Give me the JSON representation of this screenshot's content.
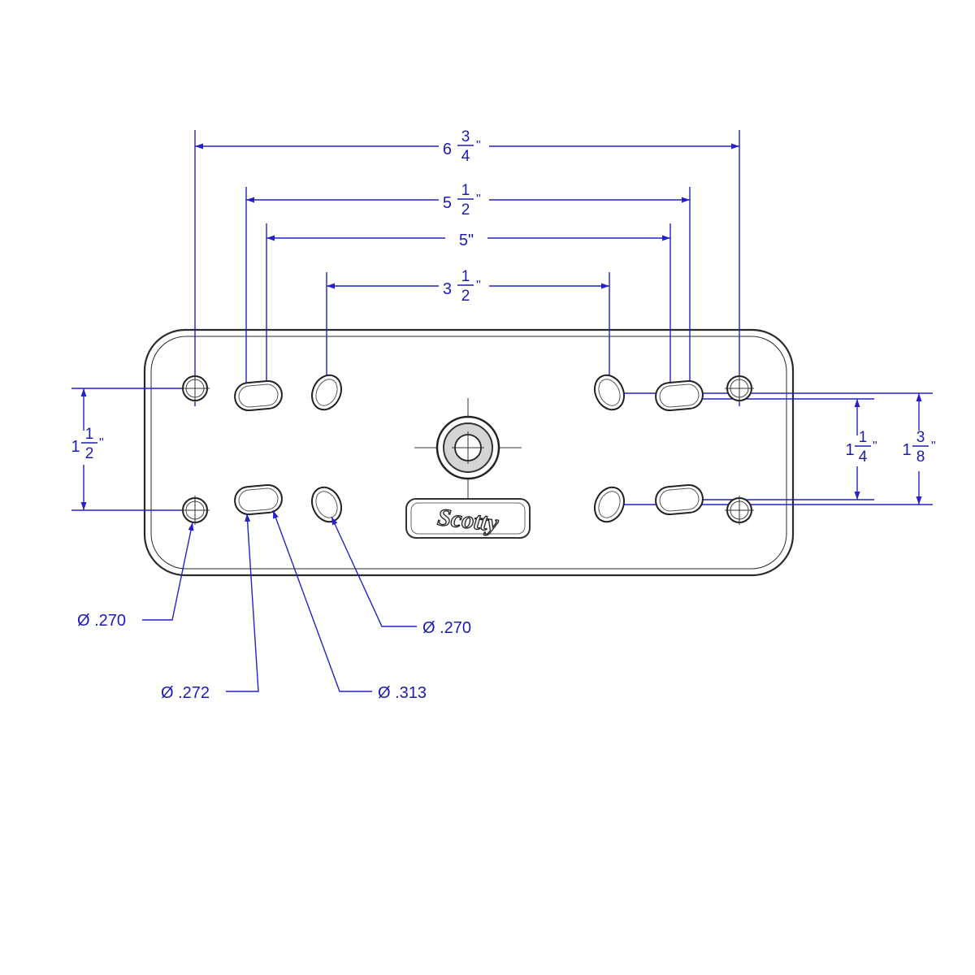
{
  "dimensions": {
    "width_6_3_4": {
      "whole": "6",
      "num": "3",
      "den": "4",
      "unit": "\""
    },
    "width_5_1_2": {
      "whole": "5",
      "num": "1",
      "den": "2",
      "unit": "\""
    },
    "width_5": {
      "text": "5\""
    },
    "width_3_1_2": {
      "whole": "3",
      "num": "1",
      "den": "2",
      "unit": "\""
    },
    "height_1_1_2": {
      "whole": "1",
      "num": "1",
      "den": "2",
      "unit": "\""
    },
    "height_1_1_4": {
      "whole": "1",
      "num": "1",
      "den": "4",
      "unit": "\""
    },
    "height_1_3_8": {
      "whole": "1",
      "num": "3",
      "den": "8",
      "unit": "\""
    }
  },
  "callouts": {
    "dia_270_left": "Ø .270",
    "dia_270_right": "Ø .270",
    "dia_272": "Ø .272",
    "dia_313": "Ø .313"
  },
  "logo": {
    "text": "Scotty"
  },
  "colors": {
    "dimension": "#2222c8",
    "plate": "#2a2a2a"
  }
}
